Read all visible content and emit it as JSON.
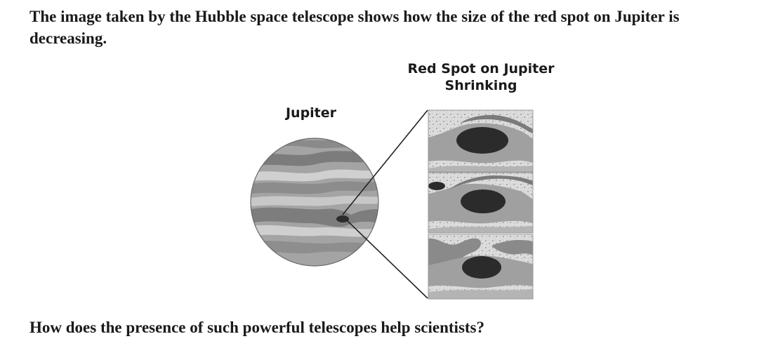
{
  "intro": "The image taken by the Hubble space telescope shows how the size of the red spot on Jupiter is decreasing.",
  "figure": {
    "planet_label": "Jupiter",
    "panel_title_line1": "Red Spot on Jupiter",
    "panel_title_line2": "Shrinking"
  },
  "question": "How does the presence of such powerful telescopes help scientists?"
}
